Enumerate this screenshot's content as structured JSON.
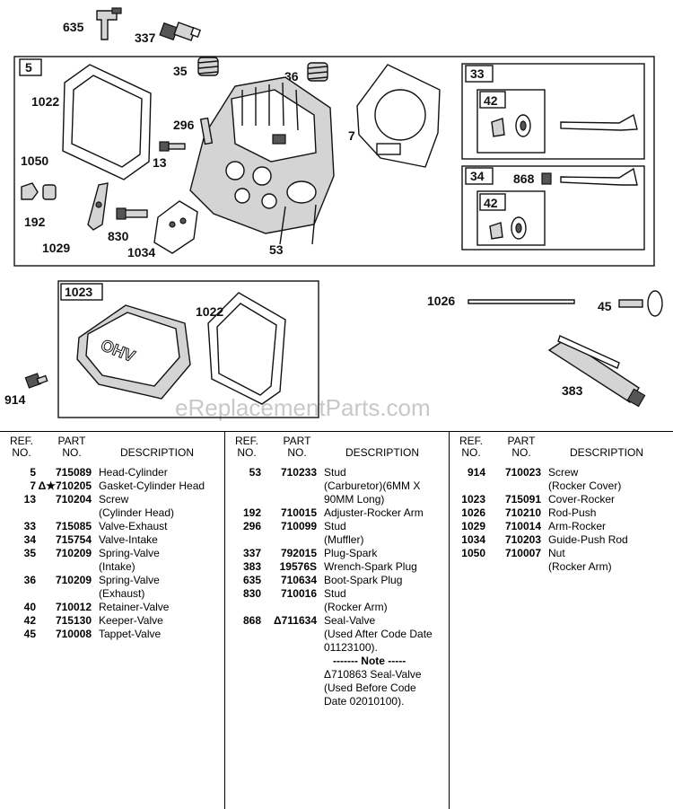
{
  "diagram": {
    "watermark": "eReplacementParts.com",
    "box_labels": {
      "main": "5",
      "valves_intake": "33",
      "keeper_a": "42",
      "valves_exhaust": "34",
      "keeper_b": "42",
      "cover": "1023"
    },
    "callouts": {
      "boot": "635",
      "plug": "337",
      "spring_a": "35",
      "spring_b": "36",
      "gasket_cover": "1022",
      "stud_muffler": "296",
      "screw_head": "13",
      "gasket_head": "7",
      "nut": "1050",
      "adjuster": "192",
      "rocker": "1029",
      "stud_rocker": "830",
      "guide": "1034",
      "stud_carb": "53",
      "seal": "868",
      "gasket_cover2": "1022",
      "screw_cover": "914",
      "rod": "1026",
      "tappet": "45",
      "wrench": "383"
    },
    "cover_text": "OHV"
  },
  "table": {
    "headers": {
      "ref": [
        "REF.",
        "NO."
      ],
      "part": [
        "PART",
        "NO."
      ],
      "desc": "DESCRIPTION"
    },
    "columns": [
      [
        {
          "ref": "5",
          "part": "715089",
          "desc": "Head-Cylinder"
        },
        {
          "ref": "7",
          "part": "Δ★710205",
          "desc": "Gasket-Cylinder Head"
        },
        {
          "ref": "13",
          "part": "710204",
          "desc": "Screw"
        },
        {
          "ref": "",
          "part": "",
          "desc": "(Cylinder Head)"
        },
        {
          "ref": "33",
          "part": "715085",
          "desc": "Valve-Exhaust"
        },
        {
          "ref": "34",
          "part": "715754",
          "desc": "Valve-Intake"
        },
        {
          "ref": "35",
          "part": "710209",
          "desc": "Spring-Valve"
        },
        {
          "ref": "",
          "part": "",
          "desc": "(Intake)"
        },
        {
          "ref": "36",
          "part": "710209",
          "desc": "Spring-Valve"
        },
        {
          "ref": "",
          "part": "",
          "desc": "(Exhaust)"
        },
        {
          "ref": "40",
          "part": "710012",
          "desc": "Retainer-Valve"
        },
        {
          "ref": "42",
          "part": "715130",
          "desc": "Keeper-Valve"
        },
        {
          "ref": "45",
          "part": "710008",
          "desc": "Tappet-Valve"
        }
      ],
      [
        {
          "ref": "53",
          "part": "710233",
          "desc": "Stud"
        },
        {
          "ref": "",
          "part": "",
          "desc": "(Carburetor)(6MM X"
        },
        {
          "ref": "",
          "part": "",
          "desc": "90MM Long)"
        },
        {
          "ref": "192",
          "part": "710015",
          "desc": "Adjuster-Rocker Arm"
        },
        {
          "ref": "296",
          "part": "710099",
          "desc": "Stud"
        },
        {
          "ref": "",
          "part": "",
          "desc": "(Muffler)"
        },
        {
          "ref": "337",
          "part": "792015",
          "desc": "Plug-Spark"
        },
        {
          "ref": "383",
          "part": "19576S",
          "desc": "Wrench-Spark Plug"
        },
        {
          "ref": "635",
          "part": "710634",
          "desc": "Boot-Spark Plug"
        },
        {
          "ref": "830",
          "part": "710016",
          "desc": "Stud"
        },
        {
          "ref": "",
          "part": "",
          "desc": "(Rocker Arm)"
        },
        {
          "ref": "868",
          "part": "Δ711634",
          "desc": "Seal-Valve"
        },
        {
          "ref": "",
          "part": "",
          "desc": "(Used After Code Date"
        },
        {
          "ref": "",
          "part": "",
          "desc": "01123100)."
        },
        {
          "ref": "",
          "part": "",
          "desc": "------- Note -----",
          "note": true
        },
        {
          "ref": "",
          "part": "",
          "desc": "Δ710863 Seal-Valve"
        },
        {
          "ref": "",
          "part": "",
          "desc": "(Used Before Code"
        },
        {
          "ref": "",
          "part": "",
          "desc": "Date 02010100)."
        }
      ],
      [
        {
          "ref": "914",
          "part": "710023",
          "desc": "Screw"
        },
        {
          "ref": "",
          "part": "",
          "desc": "(Rocker Cover)"
        },
        {
          "ref": "1023",
          "part": "715091",
          "desc": "Cover-Rocker"
        },
        {
          "ref": "1026",
          "part": "710210",
          "desc": "Rod-Push"
        },
        {
          "ref": "1029",
          "part": "710014",
          "desc": "Arm-Rocker"
        },
        {
          "ref": "1034",
          "part": "710203",
          "desc": "Guide-Push Rod"
        },
        {
          "ref": "1050",
          "part": "710007",
          "desc": "Nut"
        },
        {
          "ref": "",
          "part": "",
          "desc": "(Rocker Arm)"
        }
      ]
    ]
  }
}
